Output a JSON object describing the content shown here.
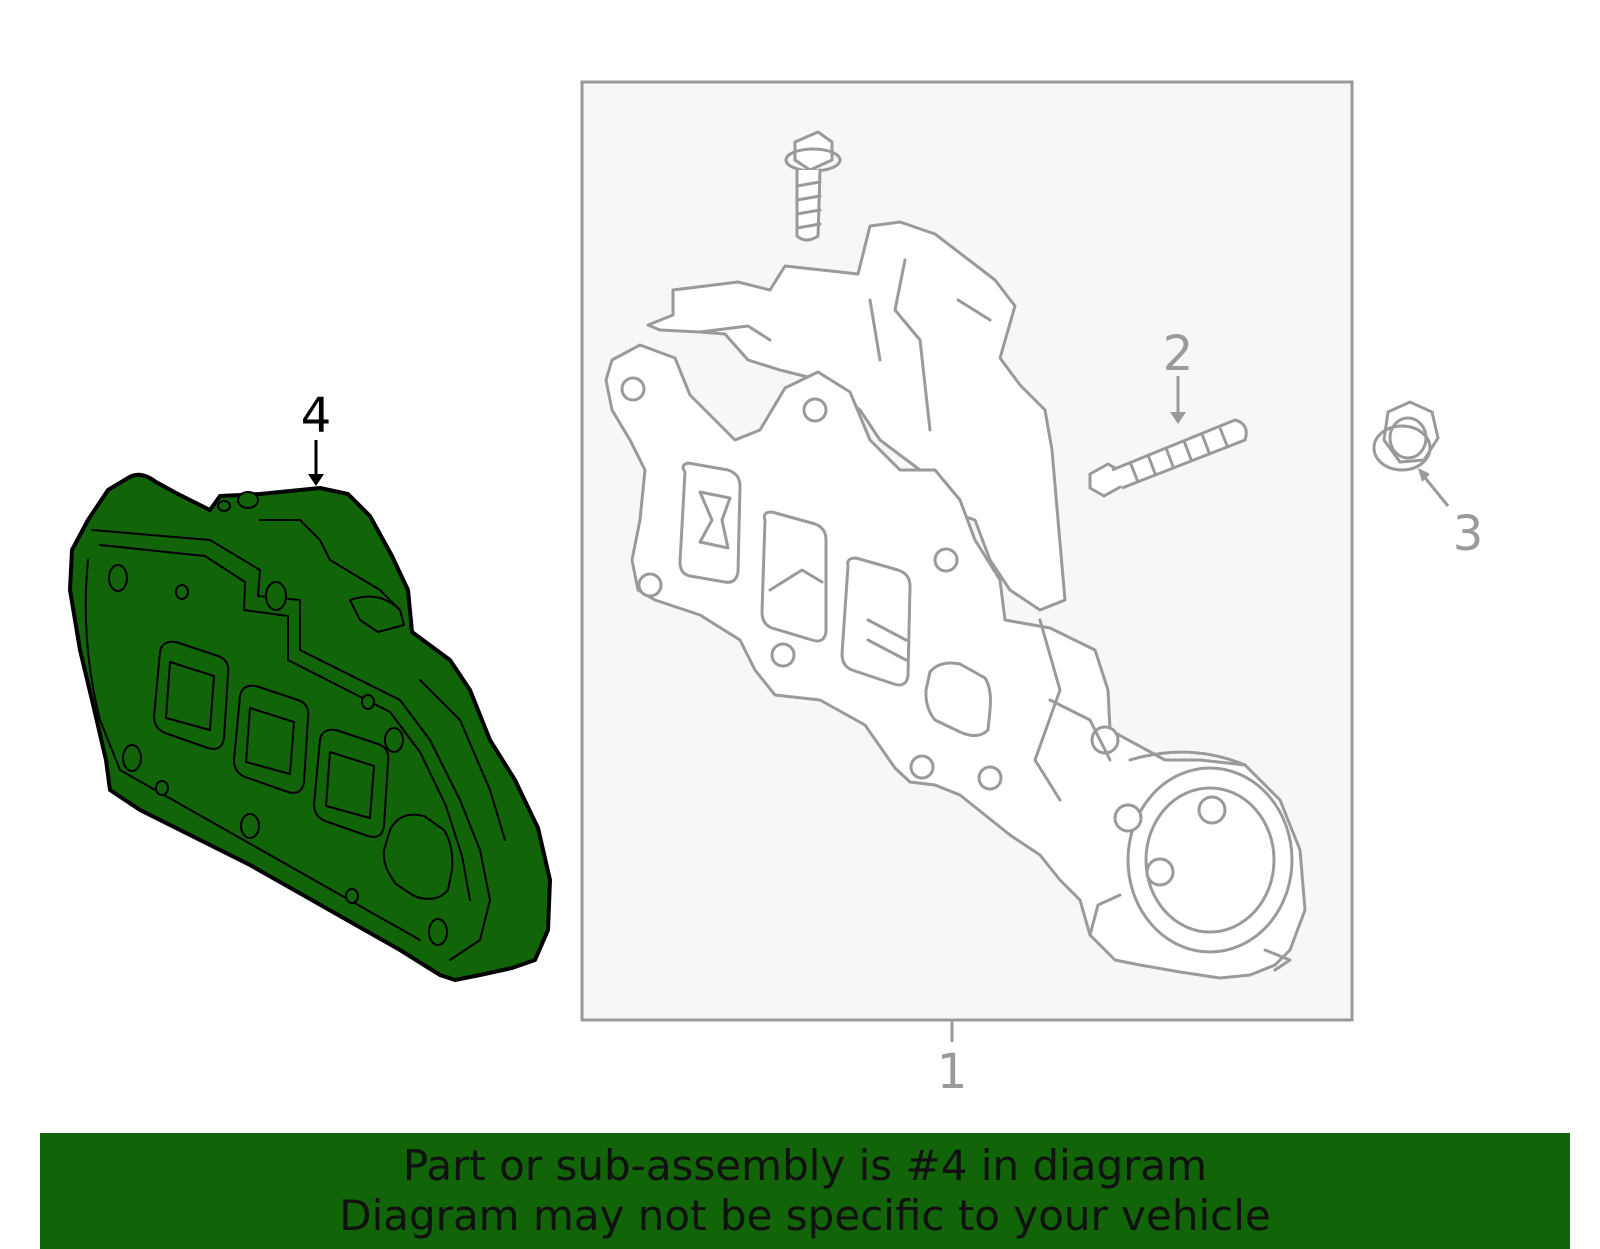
{
  "callouts": {
    "part_1": "1",
    "part_2": "2",
    "part_3": "3",
    "part_4": "4"
  },
  "banner": {
    "line1": "Part or sub-assembly is #4 in diagram",
    "line2": "Diagram may not be specific to your vehicle"
  },
  "colors": {
    "highlight_fill": "#116408",
    "highlight_stroke": "#000000",
    "part_stroke": "#9a9a9a",
    "box_fill": "#f7f7f7",
    "box_stroke": "#9a9a9a"
  },
  "icons": {
    "part_1": "exhaust-manifold-icon",
    "part_2": "stud-bolt-icon",
    "part_3": "flange-nut-icon",
    "part_4": "heat-shield-icon"
  }
}
